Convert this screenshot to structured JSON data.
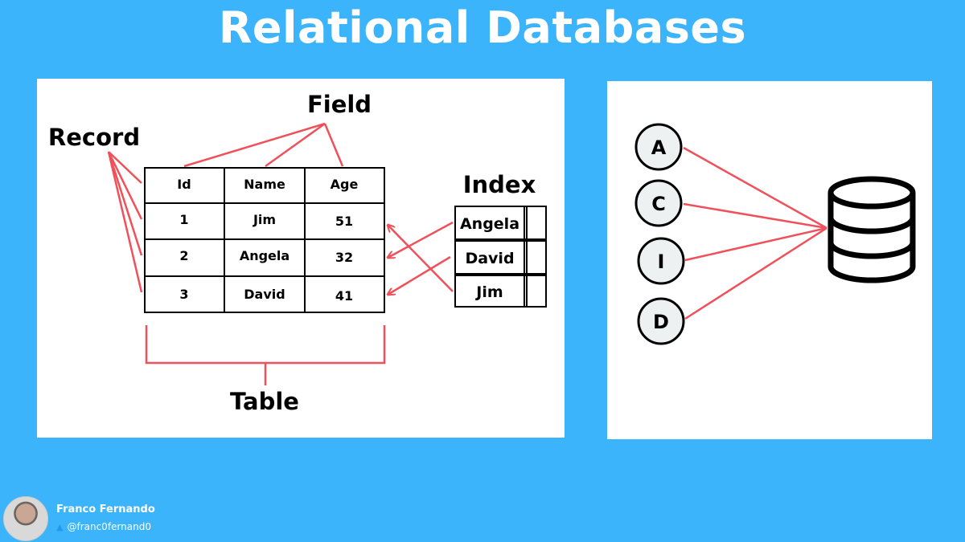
{
  "title": "Relational Databases",
  "labels": {
    "field": "Field",
    "record": "Record",
    "index": "Index",
    "table": "Table"
  },
  "table": {
    "headers": [
      "Id",
      "Name",
      "Age"
    ],
    "rows": [
      [
        "1",
        "Jim",
        "51"
      ],
      [
        "2",
        "Angela",
        "32"
      ],
      [
        "3",
        "David",
        "41"
      ]
    ]
  },
  "index_items": [
    "Angela",
    "David",
    "Jim"
  ],
  "acid": [
    "A",
    "C",
    "I",
    "D"
  ],
  "author": {
    "name": "Franco Fernando",
    "handle": "@franc0fernand0"
  },
  "colors": {
    "background": "#3bb4fb",
    "connector": "#f0505a",
    "circle_fill": "#eef1f1"
  }
}
